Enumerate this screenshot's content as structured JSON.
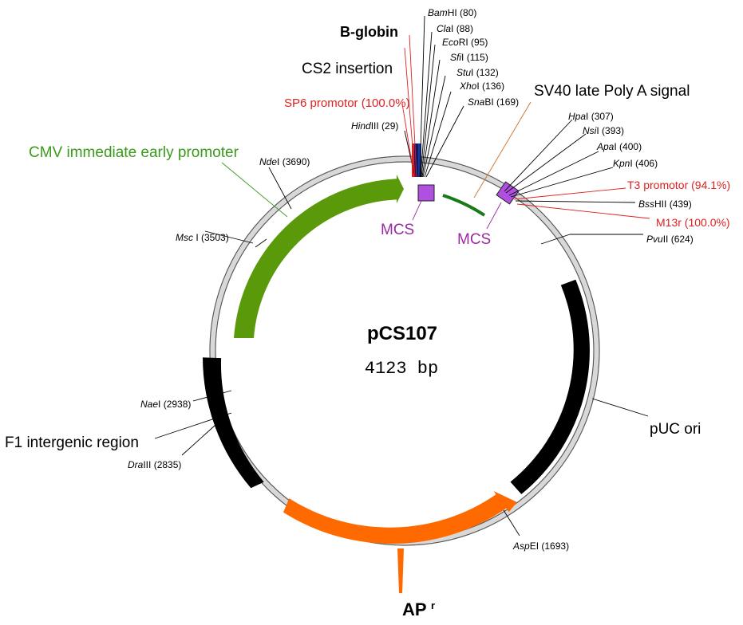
{
  "plasmid": {
    "name": "pCS107",
    "size": "4123 bp"
  },
  "colors": {
    "cmv": "#5a9a0a",
    "cmv_text": "#3a9a1a",
    "ampr": "#ff6a00",
    "dark": "#000000",
    "red": "#e02020",
    "mcs": "#b050e0",
    "mcs_text": "#9a2aa0",
    "sv40_arc": "#1a7a1a",
    "backbone": "#d8d8d8",
    "navy": "#0a1a6a"
  },
  "features": {
    "cmv": "CMV immediate early promoter",
    "cs2": "CS2 insertion",
    "bglobin": "B-globin",
    "sp6": "SP6 promotor (100.0%)",
    "sv40": "SV40 late Poly A signal",
    "t3": "T3 promotor (94.1%)",
    "m13r": "M13r (100.0%)",
    "puc": "pUC ori",
    "f1": "F1 intergenic region",
    "mcs1": "MCS",
    "mcs2": "MCS",
    "ampr": "AP",
    "ampr_sup": "r"
  },
  "sites": [
    {
      "enzyme": "Bam",
      "suffix": "HI",
      "pos": "(80)"
    },
    {
      "enzyme": "Cla",
      "suffix": "I",
      "pos": "(88)"
    },
    {
      "enzyme": "Eco",
      "suffix": "RI",
      "pos": "(95)"
    },
    {
      "enzyme": "Sfi",
      "suffix": "I",
      "pos": "(115)"
    },
    {
      "enzyme": "Stu",
      "suffix": "I",
      "pos": "(132)"
    },
    {
      "enzyme": "Xho",
      "suffix": "I",
      "pos": "(136)"
    },
    {
      "enzyme": "Sna",
      "suffix": "BI",
      "pos": "(169)"
    },
    {
      "enzyme": "Hind",
      "suffix": "III",
      "pos": "(29)"
    },
    {
      "enzyme": "Hpa",
      "suffix": "I",
      "pos": "(307)"
    },
    {
      "enzyme": "Nsi",
      "suffix": "I",
      "pos": "(393)"
    },
    {
      "enzyme": "Apa",
      "suffix": "I",
      "pos": "(400)"
    },
    {
      "enzyme": "Kpn",
      "suffix": "I",
      "pos": "(406)"
    },
    {
      "enzyme": "Bss",
      "suffix": "HII",
      "pos": "(439)"
    },
    {
      "enzyme": "Pvu",
      "suffix": "II",
      "pos": "(624)"
    },
    {
      "enzyme": "Nde",
      "suffix": "I",
      "pos": "(3690)"
    },
    {
      "enzyme": "Msc",
      "suffix": " I",
      "pos": "(3503)"
    },
    {
      "enzyme": "Nae",
      "suffix": "I",
      "pos": "(2938)"
    },
    {
      "enzyme": "Dra",
      "suffix": "III",
      "pos": "(2835)"
    },
    {
      "enzyme": "Asp",
      "suffix": "EI",
      "pos": "(1693)"
    }
  ]
}
